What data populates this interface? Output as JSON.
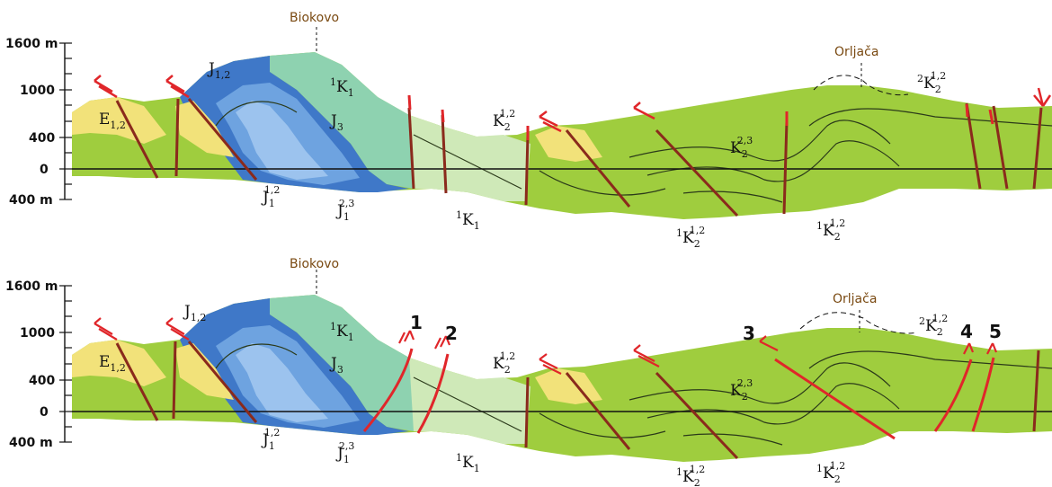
{
  "profiles": [
    {
      "id": "original",
      "place_labels": [
        "Biokovo",
        "Orljača"
      ],
      "axis": {
        "ticks": [
          "1600 m",
          "1000",
          "400",
          "0",
          "400 m"
        ]
      },
      "units": [
        {
          "base": "J",
          "sub": "1,2"
        },
        {
          "base": "E",
          "sub": "1,2"
        },
        {
          "base": "K",
          "pre": "1",
          "sub": "1"
        },
        {
          "base": "J",
          "sub": "3"
        },
        {
          "base": "K",
          "sub": "2",
          "sup": "1,2"
        },
        {
          "base": "K",
          "pre": "2",
          "sub": "2",
          "sup": "1,2"
        },
        {
          "base": "K",
          "sub": "2",
          "sup": "2,3"
        },
        {
          "base": "J",
          "sub": "1",
          "sup": "1,2"
        },
        {
          "base": "J",
          "sub": "1",
          "sup": "2,3"
        },
        {
          "base": "K",
          "pre": "1",
          "sub": "1"
        },
        {
          "base": "K",
          "pre": "1",
          "sub": "2",
          "sup": "1,2"
        },
        {
          "base": "K",
          "pre": "1",
          "sub": "2",
          "sup": "1,2"
        }
      ]
    },
    {
      "id": "annotated",
      "place_labels": [
        "Biokovo",
        "Orljača"
      ],
      "axis": {
        "ticks": [
          "1600 m",
          "1000",
          "400",
          "0",
          "400 m"
        ]
      },
      "fault_numbers": [
        "1",
        "2",
        "3",
        "4",
        "5"
      ],
      "units": [
        {
          "base": "J",
          "sub": "1,2"
        },
        {
          "base": "E",
          "sub": "1,2"
        },
        {
          "base": "K",
          "pre": "1",
          "sub": "1"
        },
        {
          "base": "J",
          "sub": "3"
        },
        {
          "base": "K",
          "sub": "2",
          "sup": "1,2"
        },
        {
          "base": "K",
          "pre": "2",
          "sub": "2",
          "sup": "1,2"
        },
        {
          "base": "K",
          "sub": "2",
          "sup": "2,3"
        },
        {
          "base": "J",
          "sub": "1",
          "sup": "1,2"
        },
        {
          "base": "J",
          "sub": "1",
          "sup": "2,3"
        },
        {
          "base": "K",
          "pre": "1",
          "sub": "1"
        },
        {
          "base": "K",
          "pre": "1",
          "sub": "2",
          "sup": "1,2"
        },
        {
          "base": "K",
          "pre": "1",
          "sub": "2",
          "sup": "1,2"
        }
      ]
    }
  ],
  "colors": {
    "eocene_yellow": "#f2e27a",
    "jurassic_dark_blue": "#3f78c8",
    "jurassic_mid_blue": "#6ea3e0",
    "jurassic_light_blue": "#9cc3ee",
    "cretaceous_teal": "#8ed2b0",
    "cretaceous_pale": "#cfe9b8",
    "cretaceous_green": "#9fcd3e",
    "fault_brown": "#8a2a1c",
    "fault_red": "#e0262a"
  }
}
